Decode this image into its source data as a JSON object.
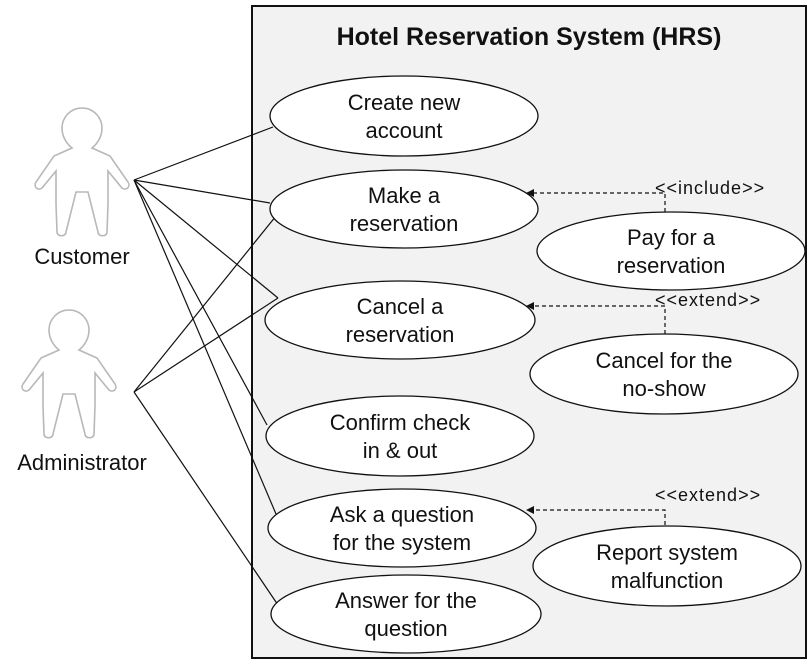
{
  "system": {
    "title": "Hotel Reservation System (HRS)"
  },
  "actors": {
    "customer": "Customer",
    "administrator": "Administrator"
  },
  "use_cases": {
    "create_account": [
      "Create new",
      "account"
    ],
    "make_reservation": [
      "Make a",
      "reservation"
    ],
    "cancel_reservation": [
      "Cancel a",
      "reservation"
    ],
    "confirm_check": [
      "Confirm check",
      "in & out"
    ],
    "ask_question": [
      "Ask a question",
      "for the system"
    ],
    "answer_question": [
      "Answer for the",
      "question"
    ],
    "pay_reservation": [
      "Pay for a",
      "reservation"
    ],
    "cancel_noshow": [
      "Cancel for the",
      "no-show"
    ],
    "report_malfunction": [
      "Report system",
      "malfunction"
    ]
  },
  "relations": {
    "include_label": "<<include>>",
    "extend_label_1": "<<extend>>",
    "extend_label_2": "<<extend>>"
  }
}
